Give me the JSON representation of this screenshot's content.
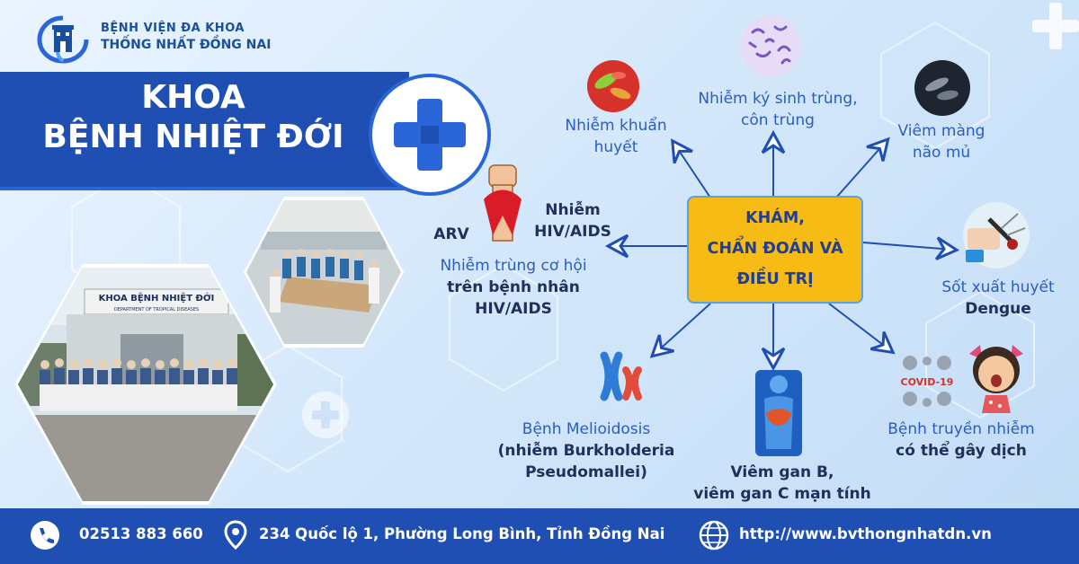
{
  "hospital": {
    "line1": "BỆNH VIỆN ĐA KHOA",
    "line2": "THỐNG NHẤT ĐỒNG NAI"
  },
  "title": {
    "line1": "KHOA",
    "line2": "BỆNH NHIỆT ĐỚI"
  },
  "photo": {
    "sign_line1": "KHOA BỆNH NHIỆT ĐỚI",
    "sign_line2": "DEPARTMENT OF TROPICAL DISEASES"
  },
  "center": {
    "line1": "KHÁM,",
    "line2": "CHẨN ĐOÁN VÀ",
    "line3": "ĐIỀU TRỊ"
  },
  "items": {
    "bacteria": {
      "line1": "Nhiễm khuẩn",
      "line2": "huyết"
    },
    "parasite": {
      "line1": "Nhiễm ký sinh trùng,",
      "line2": "côn trùng"
    },
    "meningitis": {
      "line1": "Viêm màng",
      "line2": "não mủ"
    },
    "hiv_title": {
      "line1": "Nhiễm",
      "line2": "HIV/AIDS"
    },
    "arv": "ARV",
    "hiv_opportunistic": {
      "line1": "Nhiễm trùng cơ hội",
      "line2": "trên bệnh nhân",
      "line3": "HIV/AIDS"
    },
    "dengue": {
      "line1": "Sốt xuất huyết",
      "line2": "Dengue"
    },
    "melioidosis": {
      "line1": "Bệnh Melioidosis",
      "line2": "(nhiễm Burkholderia",
      "line3": "Pseudomallei)"
    },
    "hepatitis": {
      "line1": "Viêm gan B,",
      "line2": "viêm gan C mạn tính"
    },
    "epidemic": {
      "line1": "Bệnh truyền nhiễm",
      "line2": "có thể gây dịch"
    },
    "covid_label": "COVID-19"
  },
  "footer": {
    "phone": "02513 883 660",
    "address": "234 Quốc lộ 1, Phường Long Bình, Tỉnh Đồng Nai",
    "website": "http://www.bvthongnhatdn.vn"
  },
  "colors": {
    "brand_blue": "#1f4fb3",
    "accent_yellow": "#f7bb16",
    "label_blue": "#2a5dbf"
  }
}
